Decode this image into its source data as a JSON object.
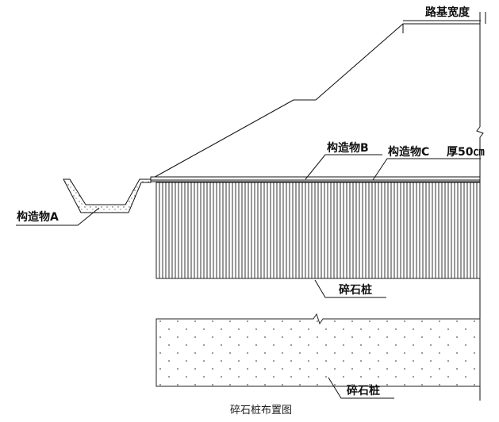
{
  "labels": {
    "subgrade_width": "路基宽度",
    "structure_a": "构造物A",
    "structure_b": "构造物B",
    "structure_c": "构造物C",
    "thickness": "厚50㎝",
    "gravel_pile_1": "碎石桩",
    "gravel_pile_2": "碎石桩",
    "caption": "碎石桩布置图"
  },
  "colors": {
    "line": "#111111",
    "hatch": "#333333",
    "background": "#ffffff"
  }
}
